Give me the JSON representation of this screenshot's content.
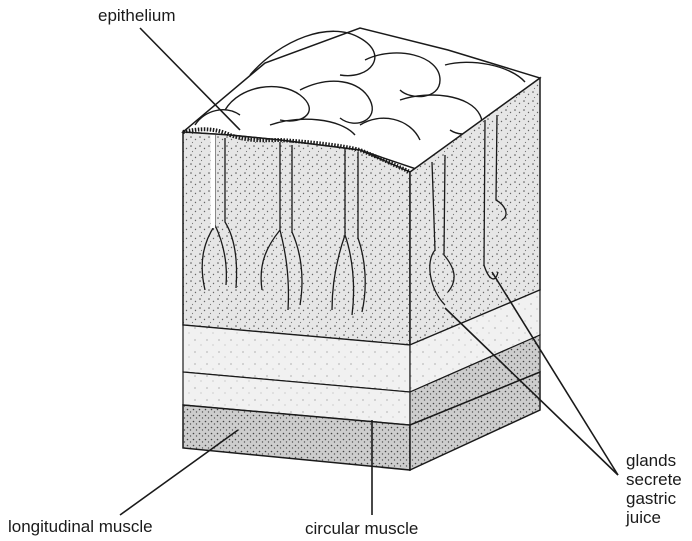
{
  "labels": {
    "epithelium": "epithelium",
    "longitudinal_muscle": "longitudinal muscle",
    "circular_muscle": "circular muscle",
    "glands_lines": [
      "glands",
      "secrete",
      "gastric",
      "juice"
    ]
  },
  "colors": {
    "ink": "#1a1a1a",
    "mucosa_fill": "#e4e4e4",
    "muscle_fill": "#cfcfcf",
    "background": "#ffffff"
  }
}
